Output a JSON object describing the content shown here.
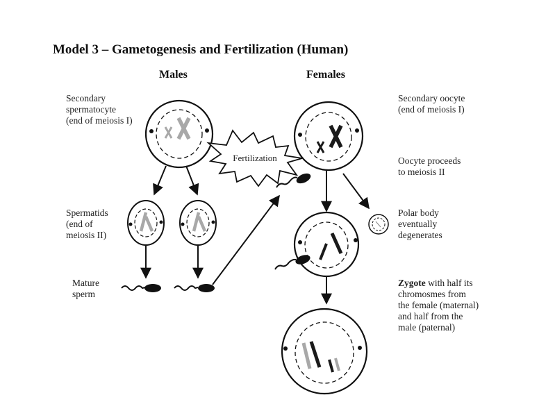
{
  "title": "Model 3 – Gametogenesis and Fertilization (Human)",
  "columns": {
    "males": "Males",
    "females": "Females"
  },
  "labels": {
    "secondary_spermatocyte": [
      "Secondary",
      "spermatocyte",
      "(end of meiosis I)"
    ],
    "spermatids": [
      "Spermatids",
      "(end of",
      "meiosis II)"
    ],
    "mature_sperm": [
      "Mature",
      "sperm"
    ],
    "secondary_oocyte": [
      "Secondary oocyte",
      "(end of meiosis I)"
    ],
    "oocyte_meiosis_ii": [
      "Oocyte proceeds",
      "to meiosis II"
    ],
    "polar_body": [
      "Polar body",
      "eventually",
      "degenerates"
    ],
    "zygote_term": "Zygote",
    "zygote_desc": [
      " with half its",
      "chromosmes from",
      "the female (maternal)",
      "and half from the",
      "male (paternal)"
    ]
  },
  "fertilization_label": "Fertilization",
  "colors": {
    "maternal_chromosome": "#1a1a1a",
    "paternal_chromosome": "#a8a8a8",
    "outline": "#111111"
  }
}
